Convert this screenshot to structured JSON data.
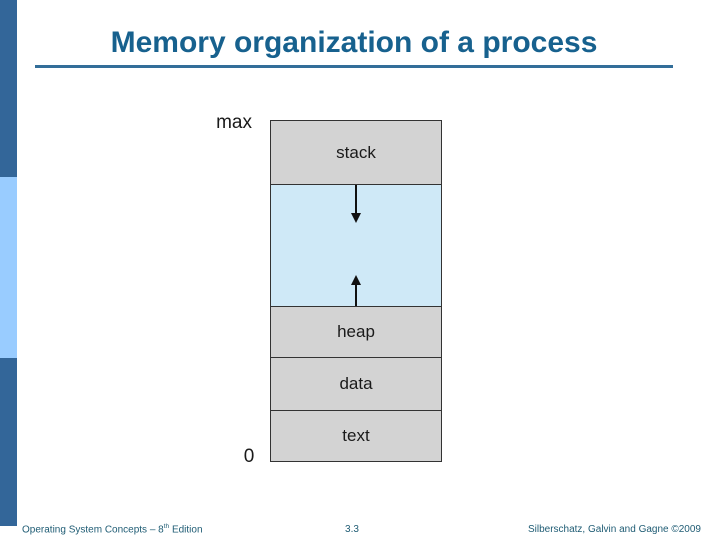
{
  "header": {
    "title": "Memory organization of a process"
  },
  "diagram": {
    "max_label": "max",
    "zero_label": "0",
    "sections": [
      {
        "label": "stack",
        "fill": "gray"
      },
      {
        "label": "",
        "fill": "light-blue",
        "contains": "growth arrows"
      },
      {
        "label": "heap",
        "fill": "gray"
      },
      {
        "label": "data",
        "fill": "gray"
      },
      {
        "label": "text",
        "fill": "gray"
      }
    ],
    "arrows": [
      {
        "name": "stack-growth-arrow",
        "direction": "down"
      },
      {
        "name": "heap-growth-arrow",
        "direction": "up"
      }
    ]
  },
  "footer": {
    "book_title_prefix": "Operating System Concepts – 8",
    "edition_superscript": "th",
    "book_title_suffix": " Edition",
    "page_number": "3.3",
    "authors": "Silberschatz, Galvin and Gagne ©2009"
  },
  "colors": {
    "title_text": "#17618e",
    "title_rule": "#336e99",
    "sidebar_dark": "#336699",
    "sidebar_light": "#99ccff",
    "section_gray": "#d3d3d3",
    "section_free_blue": "#cfe9f7",
    "diagram_border": "#333333",
    "footer_text": "#1f5c74"
  }
}
